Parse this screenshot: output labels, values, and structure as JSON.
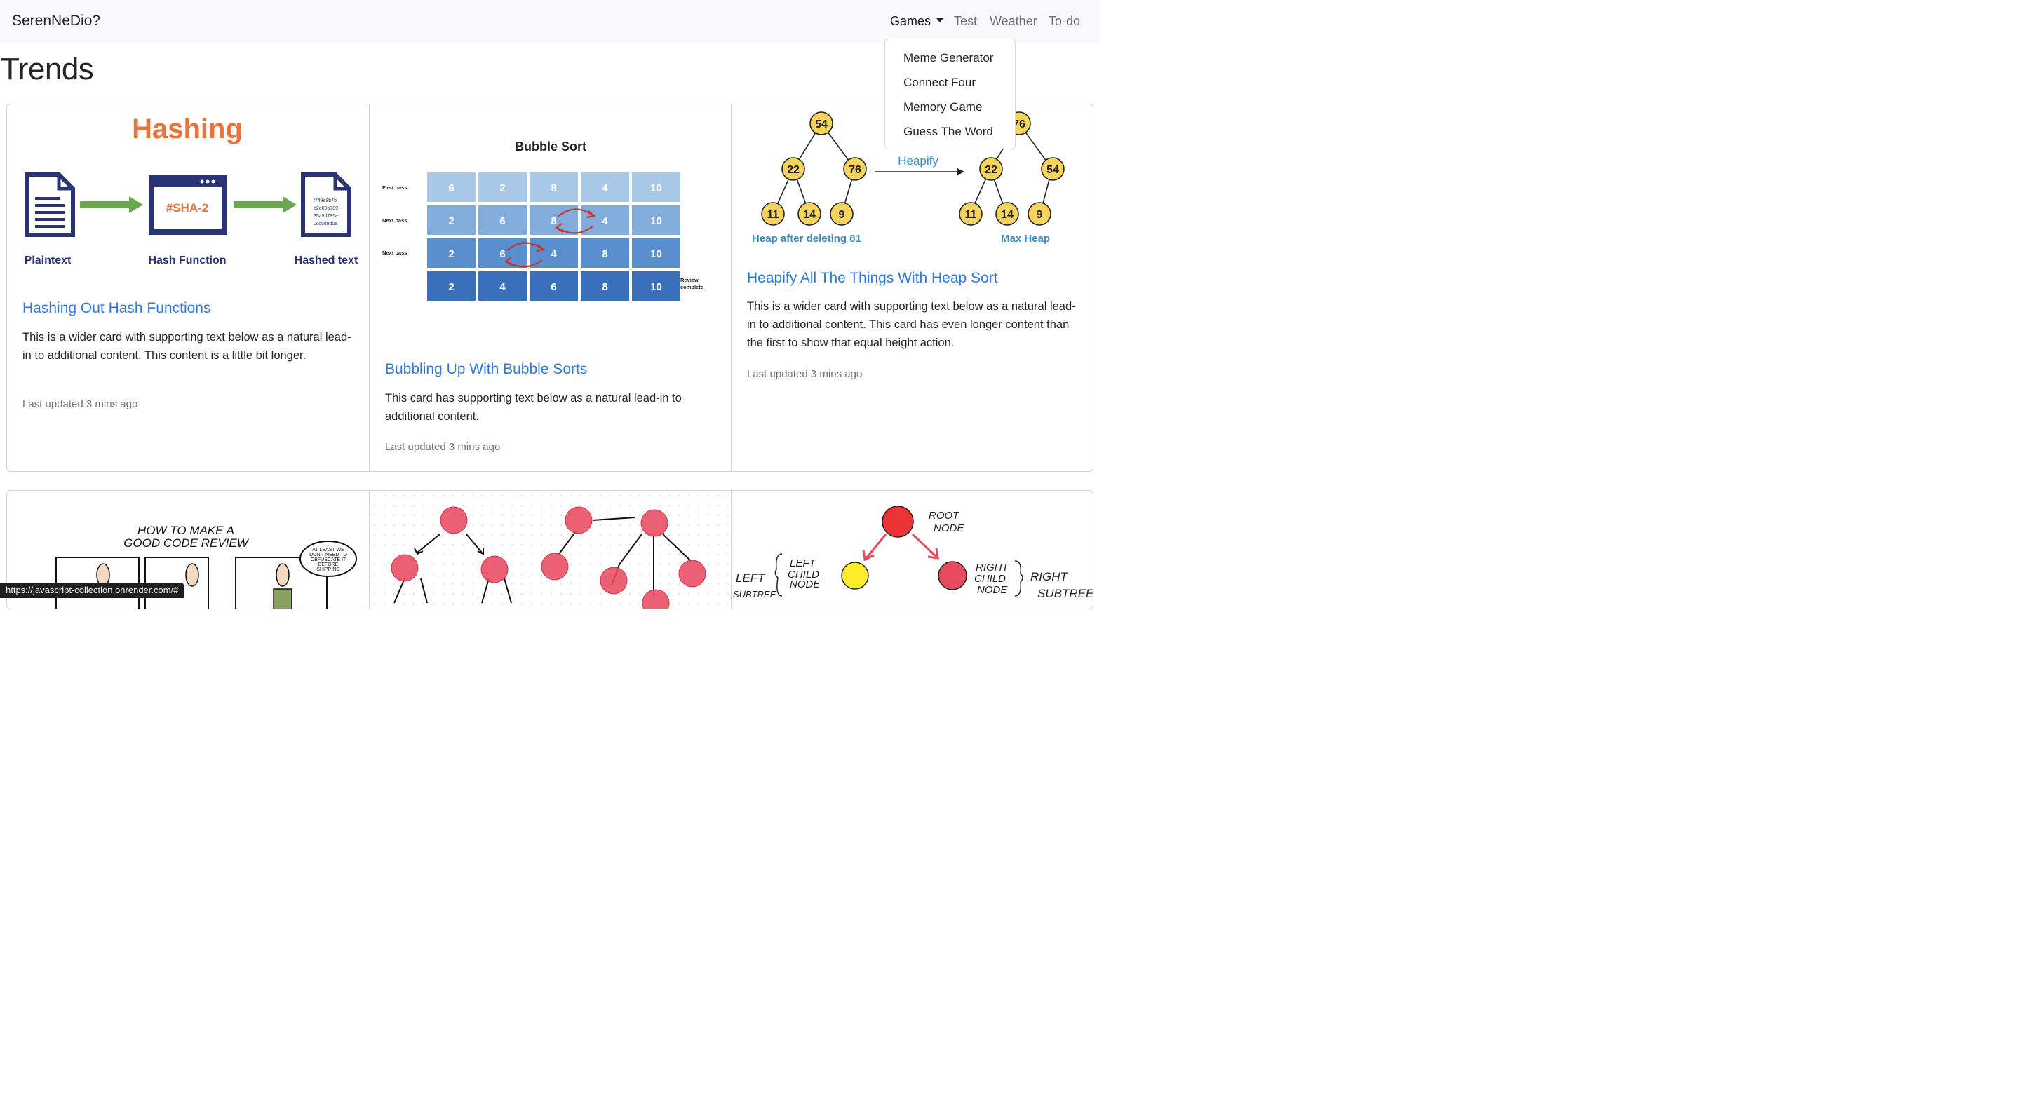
{
  "navbar": {
    "brand": "SerenNeDio?",
    "links": {
      "games": "Games",
      "test": "Test",
      "weather": "Weather",
      "todo": "To-do"
    },
    "games_menu": [
      "Meme Generator",
      "Connect Four",
      "Memory Game",
      "Guess The Word"
    ]
  },
  "page": {
    "title": "Trends"
  },
  "cards": [
    {
      "title": "Hashing Out Hash Functions",
      "text": "This is a wider card with supporting text below as a natural lead-in to additional content. This content is a little bit longer.",
      "updated": "Last updated 3 mins ago",
      "image": {
        "heading": "Hashing",
        "box_text": "#SHA-2",
        "hash_lines": [
          "f7ff9e8b7b",
          "b2e09b709",
          "35a5d785e",
          "0cc5d9d0a"
        ],
        "labels": [
          "Plaintext",
          "Hash Function",
          "Hashed text"
        ]
      }
    },
    {
      "title": "Bubbling Up With Bubble Sorts",
      "text": "This card has supporting text below as a natural lead-in to additional content.",
      "updated": "Last updated 3 mins ago",
      "image": {
        "heading": "Bubble Sort",
        "row_labels": [
          "First pass",
          "Next pass",
          "Next pass",
          ""
        ],
        "rows": [
          [
            "6",
            "2",
            "8",
            "4",
            "10"
          ],
          [
            "2",
            "6",
            "8",
            "4",
            "10"
          ],
          [
            "2",
            "6",
            "4",
            "8",
            "10"
          ],
          [
            "2",
            "4",
            "6",
            "8",
            "10"
          ]
        ],
        "review_label": [
          "Review",
          "complete"
        ]
      }
    },
    {
      "title": "Heapify All The Things With Heap Sort",
      "text": "This is a wider card with supporting text below as a natural lead-in to additional content. This card has even longer content than the first to show that equal height action.",
      "updated": "Last updated 3 mins ago",
      "image": {
        "left_tree": [
          "54",
          "22",
          "76",
          "11",
          "14",
          "9"
        ],
        "right_tree": [
          "76",
          "22",
          "54",
          "11",
          "14",
          "9"
        ],
        "arrow_label": "Heapify",
        "left_caption": "Heap after deleting 81",
        "right_caption": "Max Heap"
      }
    }
  ],
  "row2": {
    "comic": {
      "title_lines": [
        "HOW TO MAKE A",
        "GOOD CODE REVIEW"
      ],
      "bubble_lines": [
        "AT LEAST WE",
        "DON'T NEED TO",
        "OBFUSCATE IT",
        "BEFORE",
        "SHIPPING"
      ]
    },
    "tree": {
      "root_label": [
        "ROOT",
        "NODE"
      ],
      "left_child_label": [
        "LEFT",
        "CHILD",
        "NODE"
      ],
      "right_child_label": [
        "RIGHT",
        "CHILD",
        "NODE"
      ],
      "left_subtree": [
        "LEFT",
        "SUBTREE"
      ],
      "right_subtree": [
        "RIGHT",
        "SUBTREE"
      ]
    }
  },
  "status_url": "https://javascript-collection.onrender.com/#",
  "colors": {
    "link": "#2e7bdc",
    "hash_orange": "#e8743b",
    "navy": "#2b3472",
    "arrow_green": "#6aa84f",
    "node_yellow": "#f5d35c",
    "heap_caption": "#3d8bbd",
    "sketch_red": "#e84a5f"
  }
}
